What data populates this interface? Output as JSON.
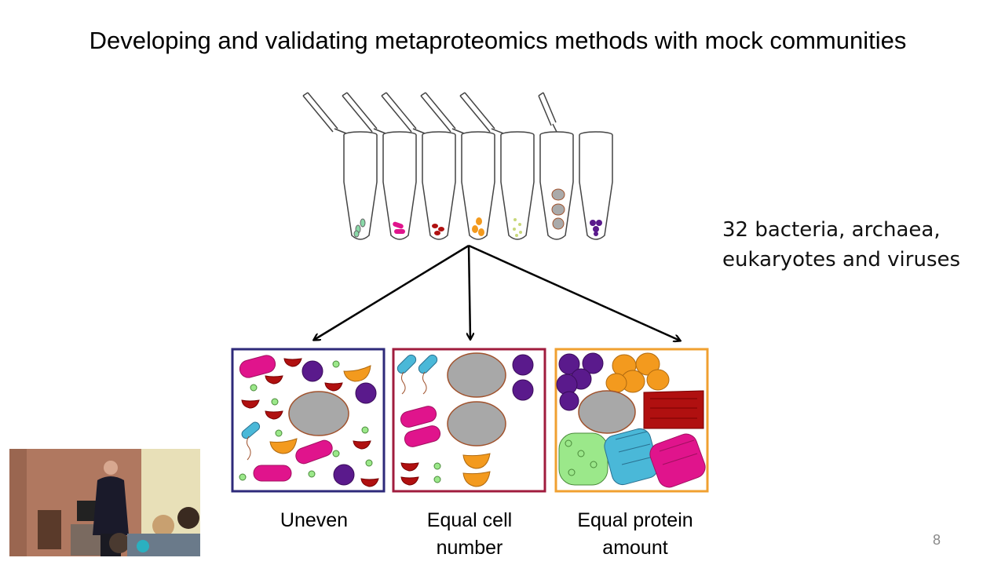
{
  "slide": {
    "title": "Developing and validating metaproteomics methods with mock communities",
    "side_note_line1": "32 bacteria, archaea,",
    "side_note_line2": "eukaryotes and viruses",
    "page_number": "8"
  },
  "panels": [
    {
      "caption_line1": "Uneven",
      "caption_line2": "",
      "border_color": "#2e2a7a"
    },
    {
      "caption_line1": "Equal cell",
      "caption_line2": "number",
      "border_color": "#a01c3e"
    },
    {
      "caption_line1": "Equal protein",
      "caption_line2": "amount",
      "border_color": "#f0a030"
    }
  ],
  "colors": {
    "magenta": "#e0148c",
    "purple": "#5a1a8c",
    "dark_red": "#b01010",
    "orange": "#f39a1e",
    "green": "#9be88a",
    "blue": "#4ab8d8",
    "gray": "#a8a8a8"
  }
}
